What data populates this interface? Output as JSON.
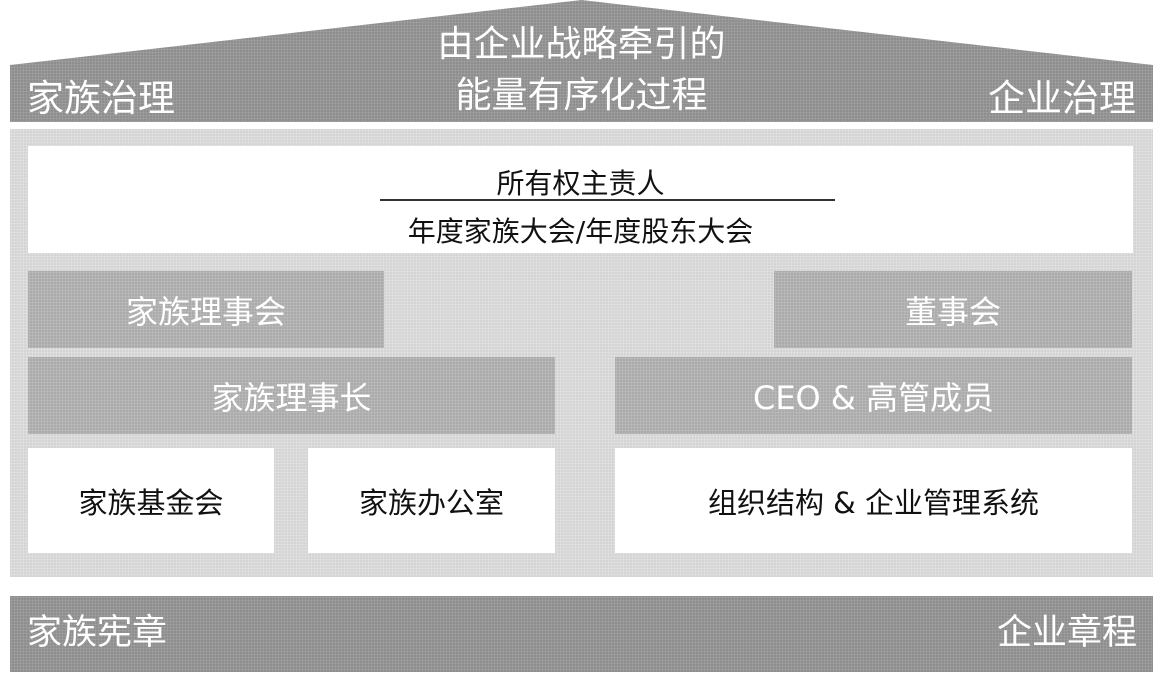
{
  "roof": {
    "left": "家族治理",
    "center_line1": "由企业战略牵引的",
    "center_line2": "能量有序化过程",
    "right": "企业治理"
  },
  "ownership": {
    "top": "所有权主责人",
    "bottom": "年度家族大会/年度股东大会"
  },
  "family": {
    "council": "家族理事会",
    "chair": "家族理事长",
    "foundation": "家族基金会",
    "office": "家族办公室"
  },
  "enterprise": {
    "board": "董事会",
    "ceo": "CEO & 高管成员",
    "org": "组织结构 & 企业管理系统"
  },
  "base": {
    "left": "家族宪章",
    "right": "企业章程"
  }
}
